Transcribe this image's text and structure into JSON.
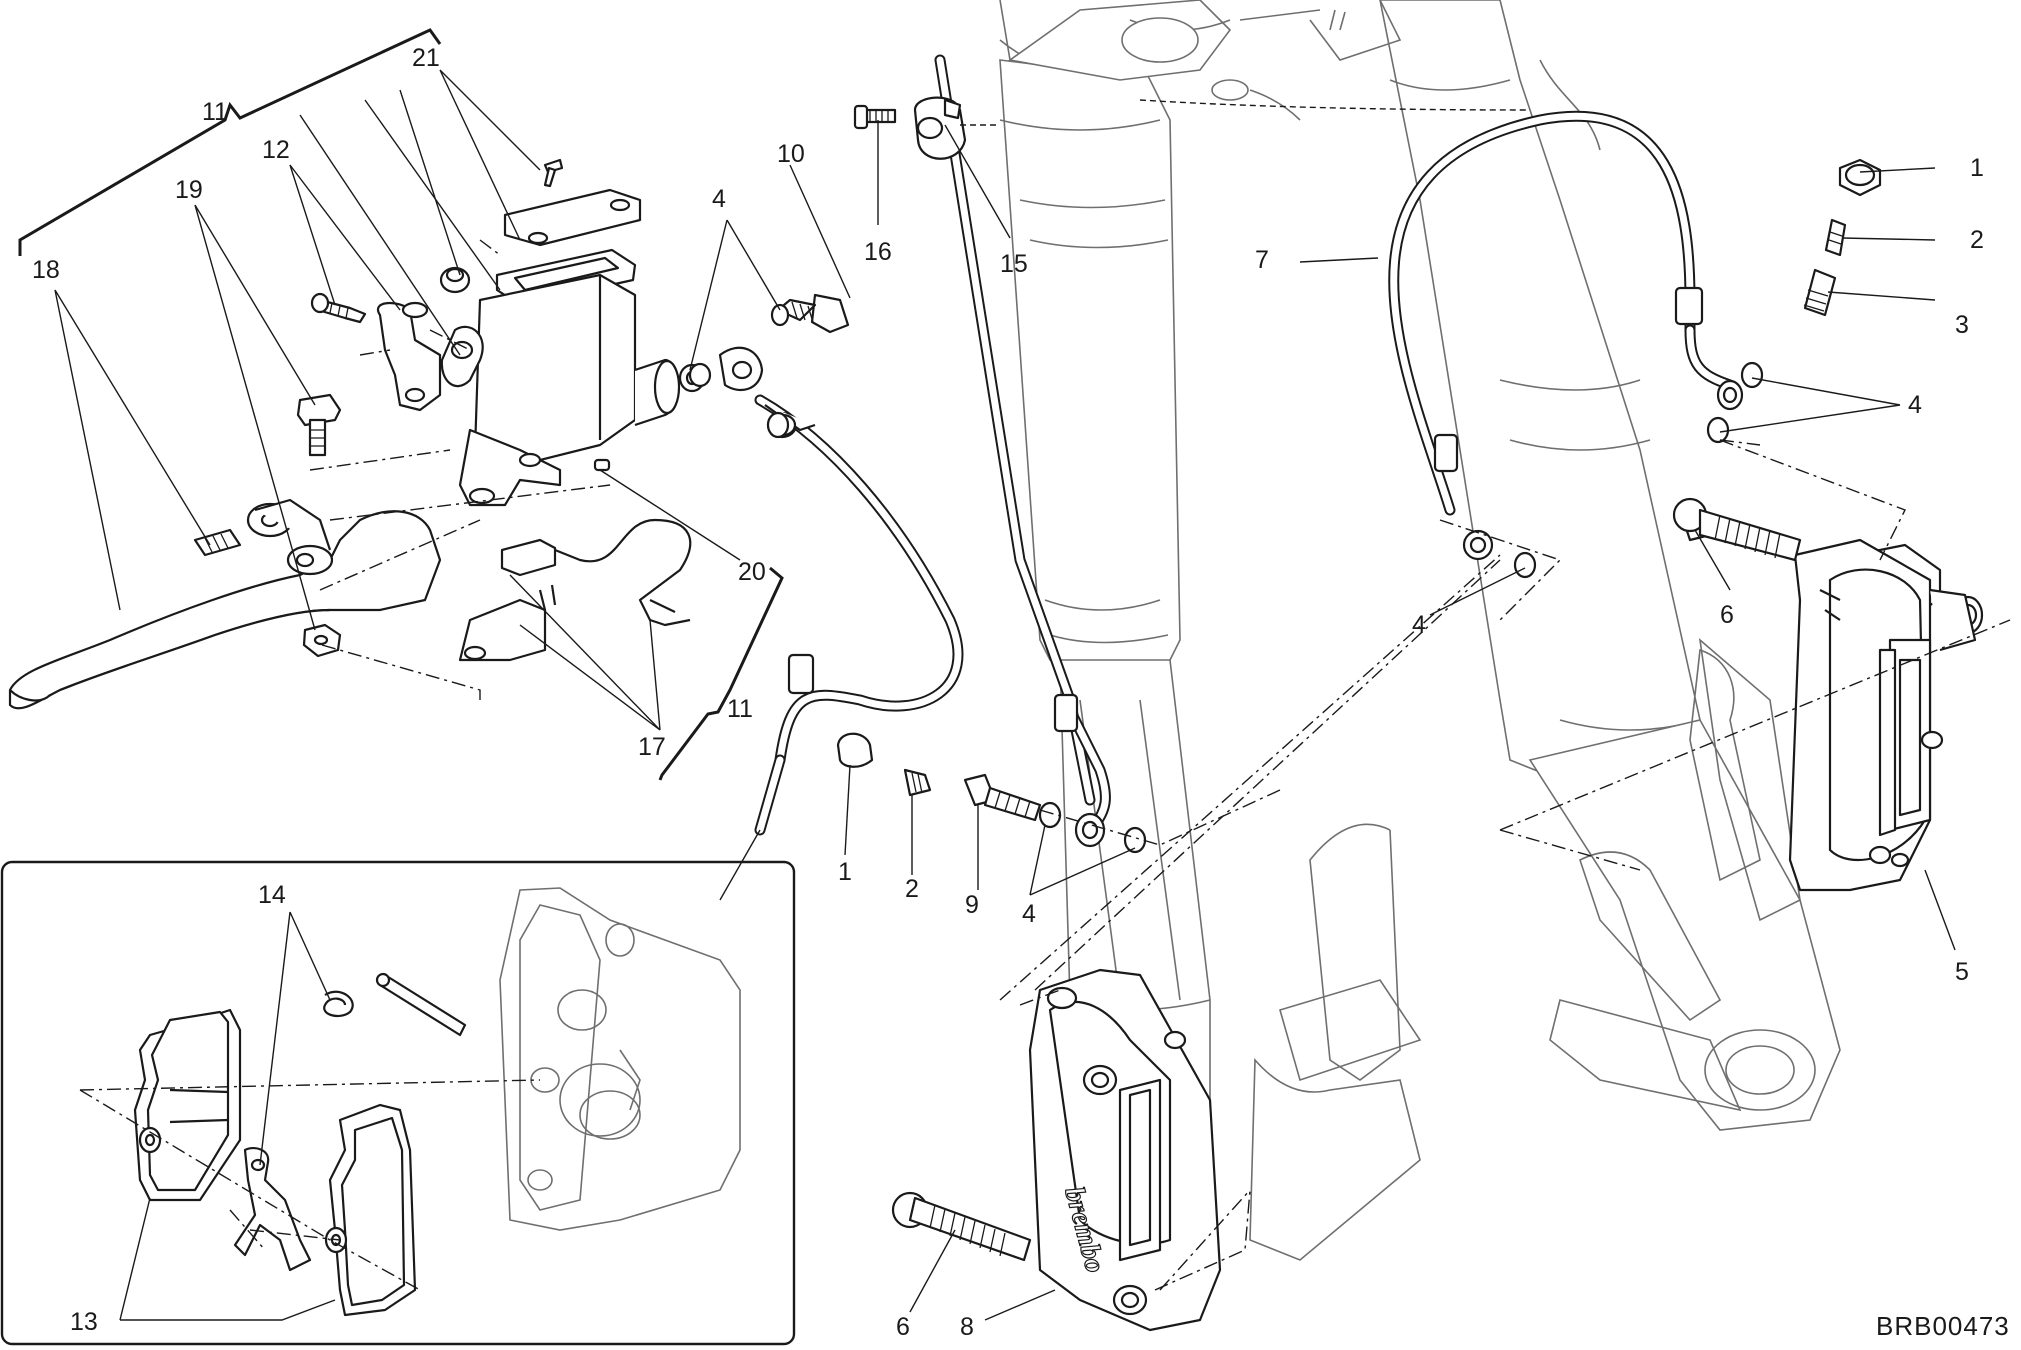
{
  "diagram": {
    "code": "BRB00473",
    "callouts": [
      {
        "id": "c1a",
        "text": "1"
      },
      {
        "id": "c2a",
        "text": "2"
      },
      {
        "id": "c3",
        "text": "3"
      },
      {
        "id": "c4a",
        "text": "4"
      },
      {
        "id": "c6a",
        "text": "6"
      },
      {
        "id": "c4b",
        "text": "4"
      },
      {
        "id": "c5",
        "text": "5"
      },
      {
        "id": "c7",
        "text": "7"
      },
      {
        "id": "c10",
        "text": "10"
      },
      {
        "id": "c4c",
        "text": "4"
      },
      {
        "id": "c16",
        "text": "16"
      },
      {
        "id": "c15",
        "text": "15"
      },
      {
        "id": "c11a",
        "text": "11"
      },
      {
        "id": "c21",
        "text": "21"
      },
      {
        "id": "c12",
        "text": "12"
      },
      {
        "id": "c19",
        "text": "19"
      },
      {
        "id": "c18",
        "text": "18"
      },
      {
        "id": "c20",
        "text": "20"
      },
      {
        "id": "c11b",
        "text": "11"
      },
      {
        "id": "c17",
        "text": "17"
      },
      {
        "id": "c1b",
        "text": "1"
      },
      {
        "id": "c2b",
        "text": "2"
      },
      {
        "id": "c9",
        "text": "9"
      },
      {
        "id": "c4d",
        "text": "4"
      },
      {
        "id": "c14",
        "text": "14"
      },
      {
        "id": "c13",
        "text": "13"
      },
      {
        "id": "c6b",
        "text": "6"
      },
      {
        "id": "c8",
        "text": "8"
      }
    ],
    "caliper_logo": "brembo"
  }
}
